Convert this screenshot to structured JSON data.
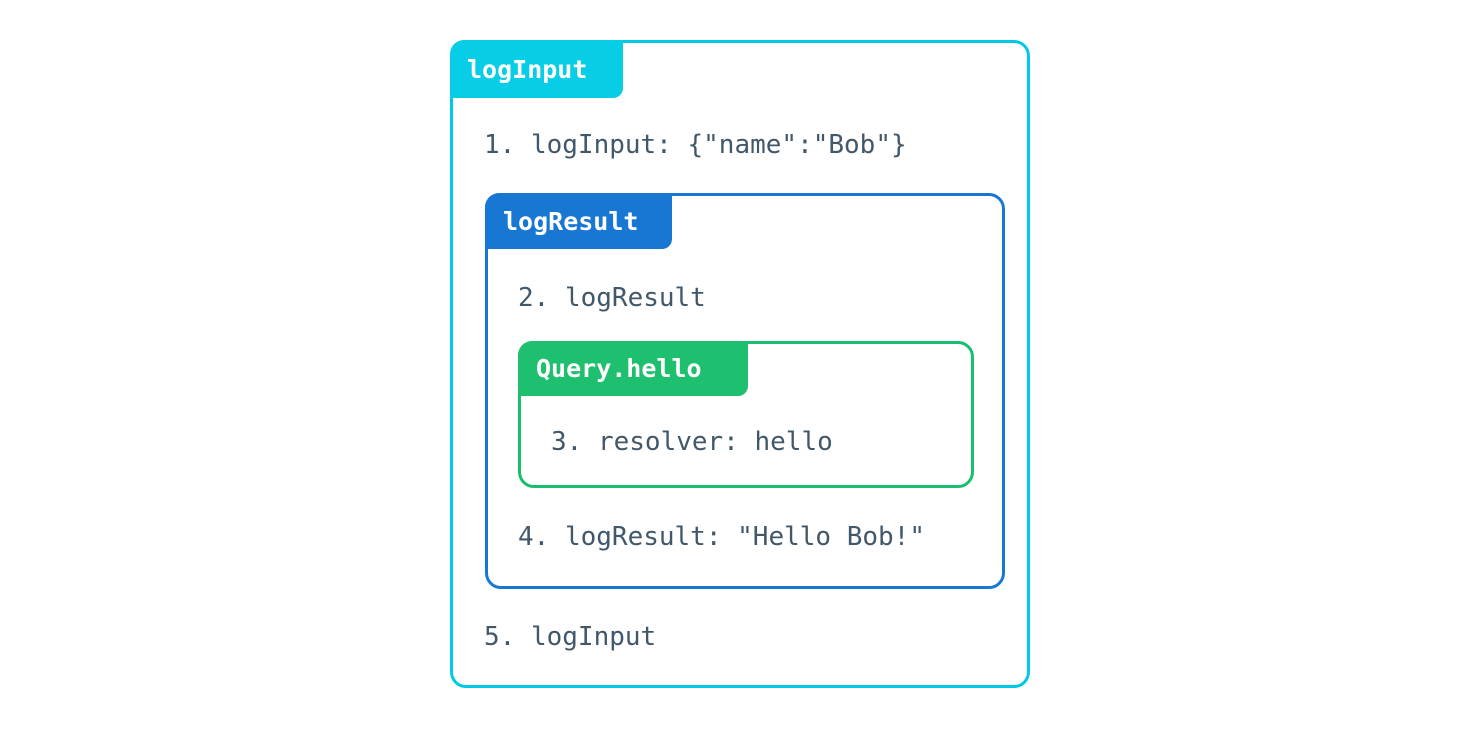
{
  "diagram": {
    "type": "nested-trace-boxes",
    "title": "logInput",
    "background_color": "#ffffff",
    "text_color": "#41586b",
    "boxes": [
      {
        "id": "logInput",
        "label": "logInput",
        "accent_color": "#08cde6",
        "border_color": "#00c9e5",
        "depth": 0,
        "lines": [
          {
            "number": "1.",
            "text": "1. logInput: {\"name\":\"Bob\"}"
          },
          {
            "number": "5.",
            "text": "5. logInput"
          }
        ]
      },
      {
        "id": "logResult",
        "label": "logResult",
        "accent_color": "#1877d2",
        "border_color": "#1877d2",
        "depth": 1,
        "lines": [
          {
            "number": "2.",
            "text": "2. logResult"
          },
          {
            "number": "4.",
            "text": "4. logResult: \"Hello Bob!\""
          }
        ]
      },
      {
        "id": "Query.hello",
        "label": "Query.hello",
        "accent_color": "#1fbf70",
        "border_color": "#18bf6f",
        "depth": 2,
        "lines": [
          {
            "number": "3.",
            "text": "3. resolver: hello"
          }
        ]
      }
    ],
    "sequence": [
      "1. logInput: {\"name\":\"Bob\"}",
      "2. logResult",
      "3. resolver: hello",
      "4. logResult: \"Hello Bob!\"",
      "5. logInput"
    ]
  }
}
